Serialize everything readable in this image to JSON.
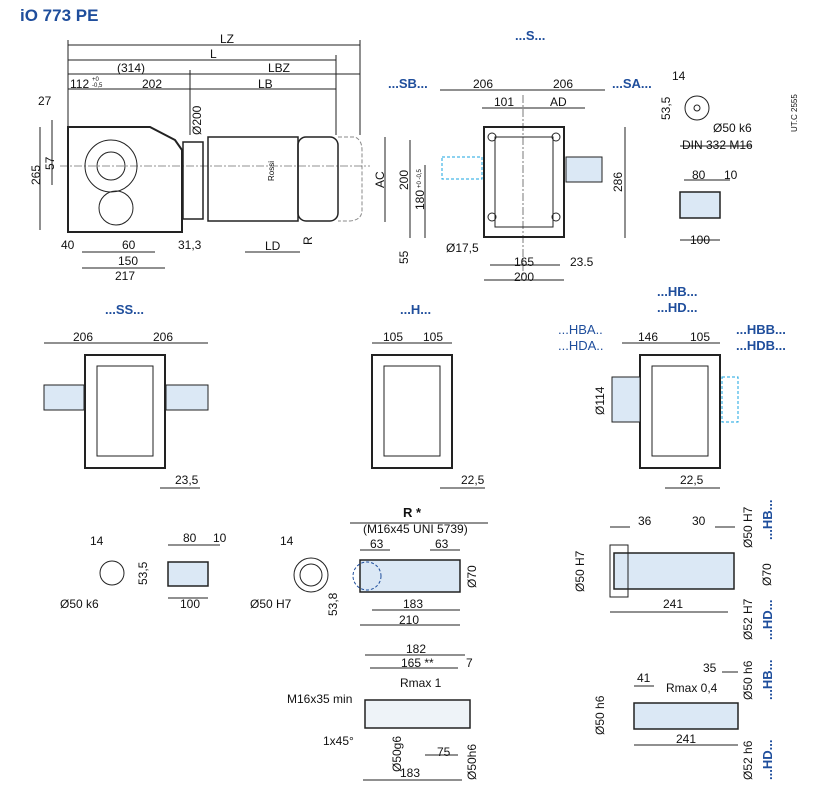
{
  "title": "iO 773 PE",
  "main_view": {
    "LZ": "LZ",
    "L": "L",
    "d314": "(314)",
    "LBZ": "LBZ",
    "d112": "112",
    "tol112": "+0 -0,5",
    "d202": "202",
    "LB": "LB",
    "d27": "27",
    "d200dia": "Ø200",
    "d57": "57",
    "d265": "265",
    "AC": "AC",
    "R": "R",
    "LD": "LD",
    "d40": "40",
    "d60": "60",
    "d31": "31,3",
    "d150": "150",
    "d217": "217",
    "logo": "Rossi"
  },
  "s_view": {
    "heading": "...S...",
    "sb": "...SB...",
    "sa": "...SA...",
    "d206a": "206",
    "d206b": "206",
    "d101": "101",
    "AD": "AD",
    "d200v": "200",
    "d180": "180",
    "tol180": "+0 -0,5",
    "d286": "286",
    "d55": "55",
    "d175": "Ø17,5",
    "d165": "165",
    "d235": "23.5",
    "d200h": "200"
  },
  "shaft_top": {
    "d14": "14",
    "d535": "53,5",
    "dia": "Ø50 k6",
    "din": "DIN 332 M16",
    "code": "UT.C 2555",
    "d80": "80",
    "d10": "10",
    "d100": "100"
  },
  "ss_view": {
    "heading": "...SS...",
    "d206a": "206",
    "d206b": "206",
    "d235": "23,5"
  },
  "h_view": {
    "heading": "...H...",
    "d105a": "105",
    "d105b": "105",
    "d225": "22,5"
  },
  "hb_view": {
    "hb": "...HB...",
    "hd": "...HD...",
    "hba": "...HBA..",
    "hda": "...HDA..",
    "hbb": "...HBB...",
    "hdb": "...HDB...",
    "d146": "146",
    "d105": "105",
    "d114": "Ø114",
    "d225": "22,5"
  },
  "shaft_bottom": {
    "d14": "14",
    "d535": "53,5",
    "d80": "80",
    "d10": "10",
    "dia": "Ø50 k6",
    "d100": "100"
  },
  "hollow": {
    "d14": "14",
    "dia": "Ø50 H7",
    "d538": "53,8"
  },
  "r_detail": {
    "heading": "R *",
    "note": "(M16x45 UNI 5739)",
    "d63a": "63",
    "d63b": "63",
    "d70": "Ø70",
    "d183": "183",
    "d210": "210"
  },
  "shaft_detail": {
    "d182": "182",
    "d165": "165 **",
    "d7": "7",
    "rmax": "Rmax 1",
    "m16": "M16x35 min",
    "chamfer": "1x45°",
    "g6": "Ø50g6",
    "d75": "75",
    "h6": "Ø50h6",
    "d183": "183"
  },
  "hb_hollow": {
    "d36": "36",
    "d30": "30",
    "dia50a": "Ø50 H7",
    "hb": "...HB...",
    "dia50b": "Ø50 H7",
    "d70": "Ø70",
    "d241": "241",
    "dia52": "Ø52 H7",
    "hd": "...HD..."
  },
  "hb_shaft": {
    "d41": "41",
    "d35": "35",
    "rmax": "Rmax 0,4",
    "dia50a": "Ø50 h6",
    "hb": "...HB...",
    "dia50b": "Ø50 h6",
    "d241": "241",
    "dia52": "Ø52 h6",
    "hd": "...HD..."
  },
  "colors": {
    "blue": "#1f4e9c",
    "shaft_fill": "#dbe8f5",
    "dashed": "#1aa6e0"
  }
}
